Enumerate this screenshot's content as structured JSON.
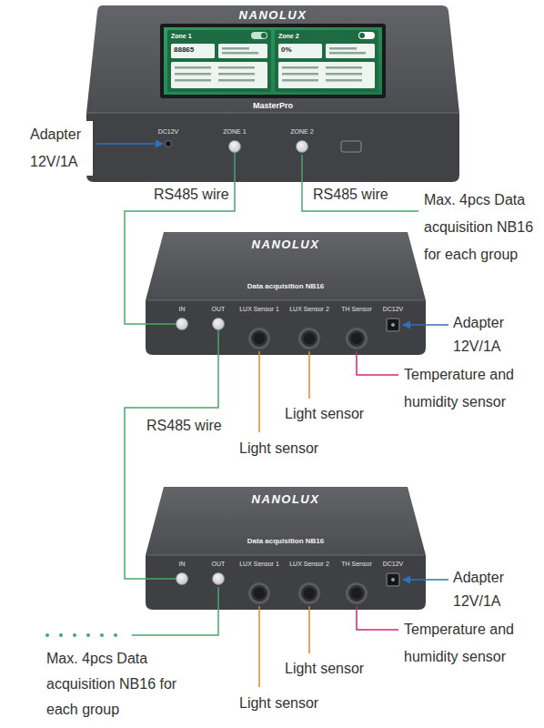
{
  "diagram": {
    "nodes": [
      {
        "text": [
          "NANOLUX",
          "MasterPro"
        ]
      },
      {
        "text": [
          "Zone 1",
          "88865",
          "Zone 2",
          "0%"
        ],
        "in": 0
      },
      {
        "text": [
          "DC12V"
        ],
        "in": 0
      },
      {
        "text": [
          "ZONE 1"
        ],
        "in": 0
      },
      {
        "text": [
          "ZONE 2"
        ],
        "in": 0
      },
      {
        "text": [
          "NANOLUX",
          "Data acquisition NB16"
        ]
      },
      {
        "text": [
          "IN"
        ],
        "in": 5
      },
      {
        "text": [
          "OUT"
        ],
        "in": 5
      },
      {
        "text": [
          "LUX Sensor 1"
        ],
        "in": 5
      },
      {
        "text": [
          "LUX Sensor 2"
        ],
        "in": 5
      },
      {
        "text": [
          "TH Sensor"
        ],
        "in": 5
      },
      {
        "text": [
          "DC12V"
        ],
        "in": 5
      },
      {
        "text": [
          "NANOLUX",
          "Data acquisition NB16"
        ]
      },
      {
        "text": [
          "IN"
        ],
        "in": 12
      },
      {
        "text": [
          "OUT"
        ],
        "in": 12
      },
      {
        "text": [
          "LUX Sensor 1"
        ],
        "in": 12
      },
      {
        "text": [
          "LUX Sensor 2"
        ],
        "in": 12
      },
      {
        "text": [
          "TH Sensor"
        ],
        "in": 12
      },
      {
        "text": [
          "DC12V"
        ],
        "in": 12
      }
    ],
    "edges": [
      {
        "from": 3,
        "to": 6,
        "label": "RS485 wire",
        "arrow": "none"
      },
      {
        "from": 7,
        "to": 13,
        "label": "RS485 wire",
        "arrow": "none"
      }
    ],
    "labels": [
      "Adapter 12V/1A",
      "RS485 wire",
      "Max. 4pcs Data acquisition NB16 for each group",
      "Adapter 12V/1A",
      "Temperature and humidity sensor",
      "Light sensor",
      "Light sensor",
      "Adapter 12V/1A",
      "Temperature and humidity sensor",
      "Light sensor",
      "Light sensor",
      "Max. 4pcs Data acquisition NB16 for each group"
    ]
  }
}
